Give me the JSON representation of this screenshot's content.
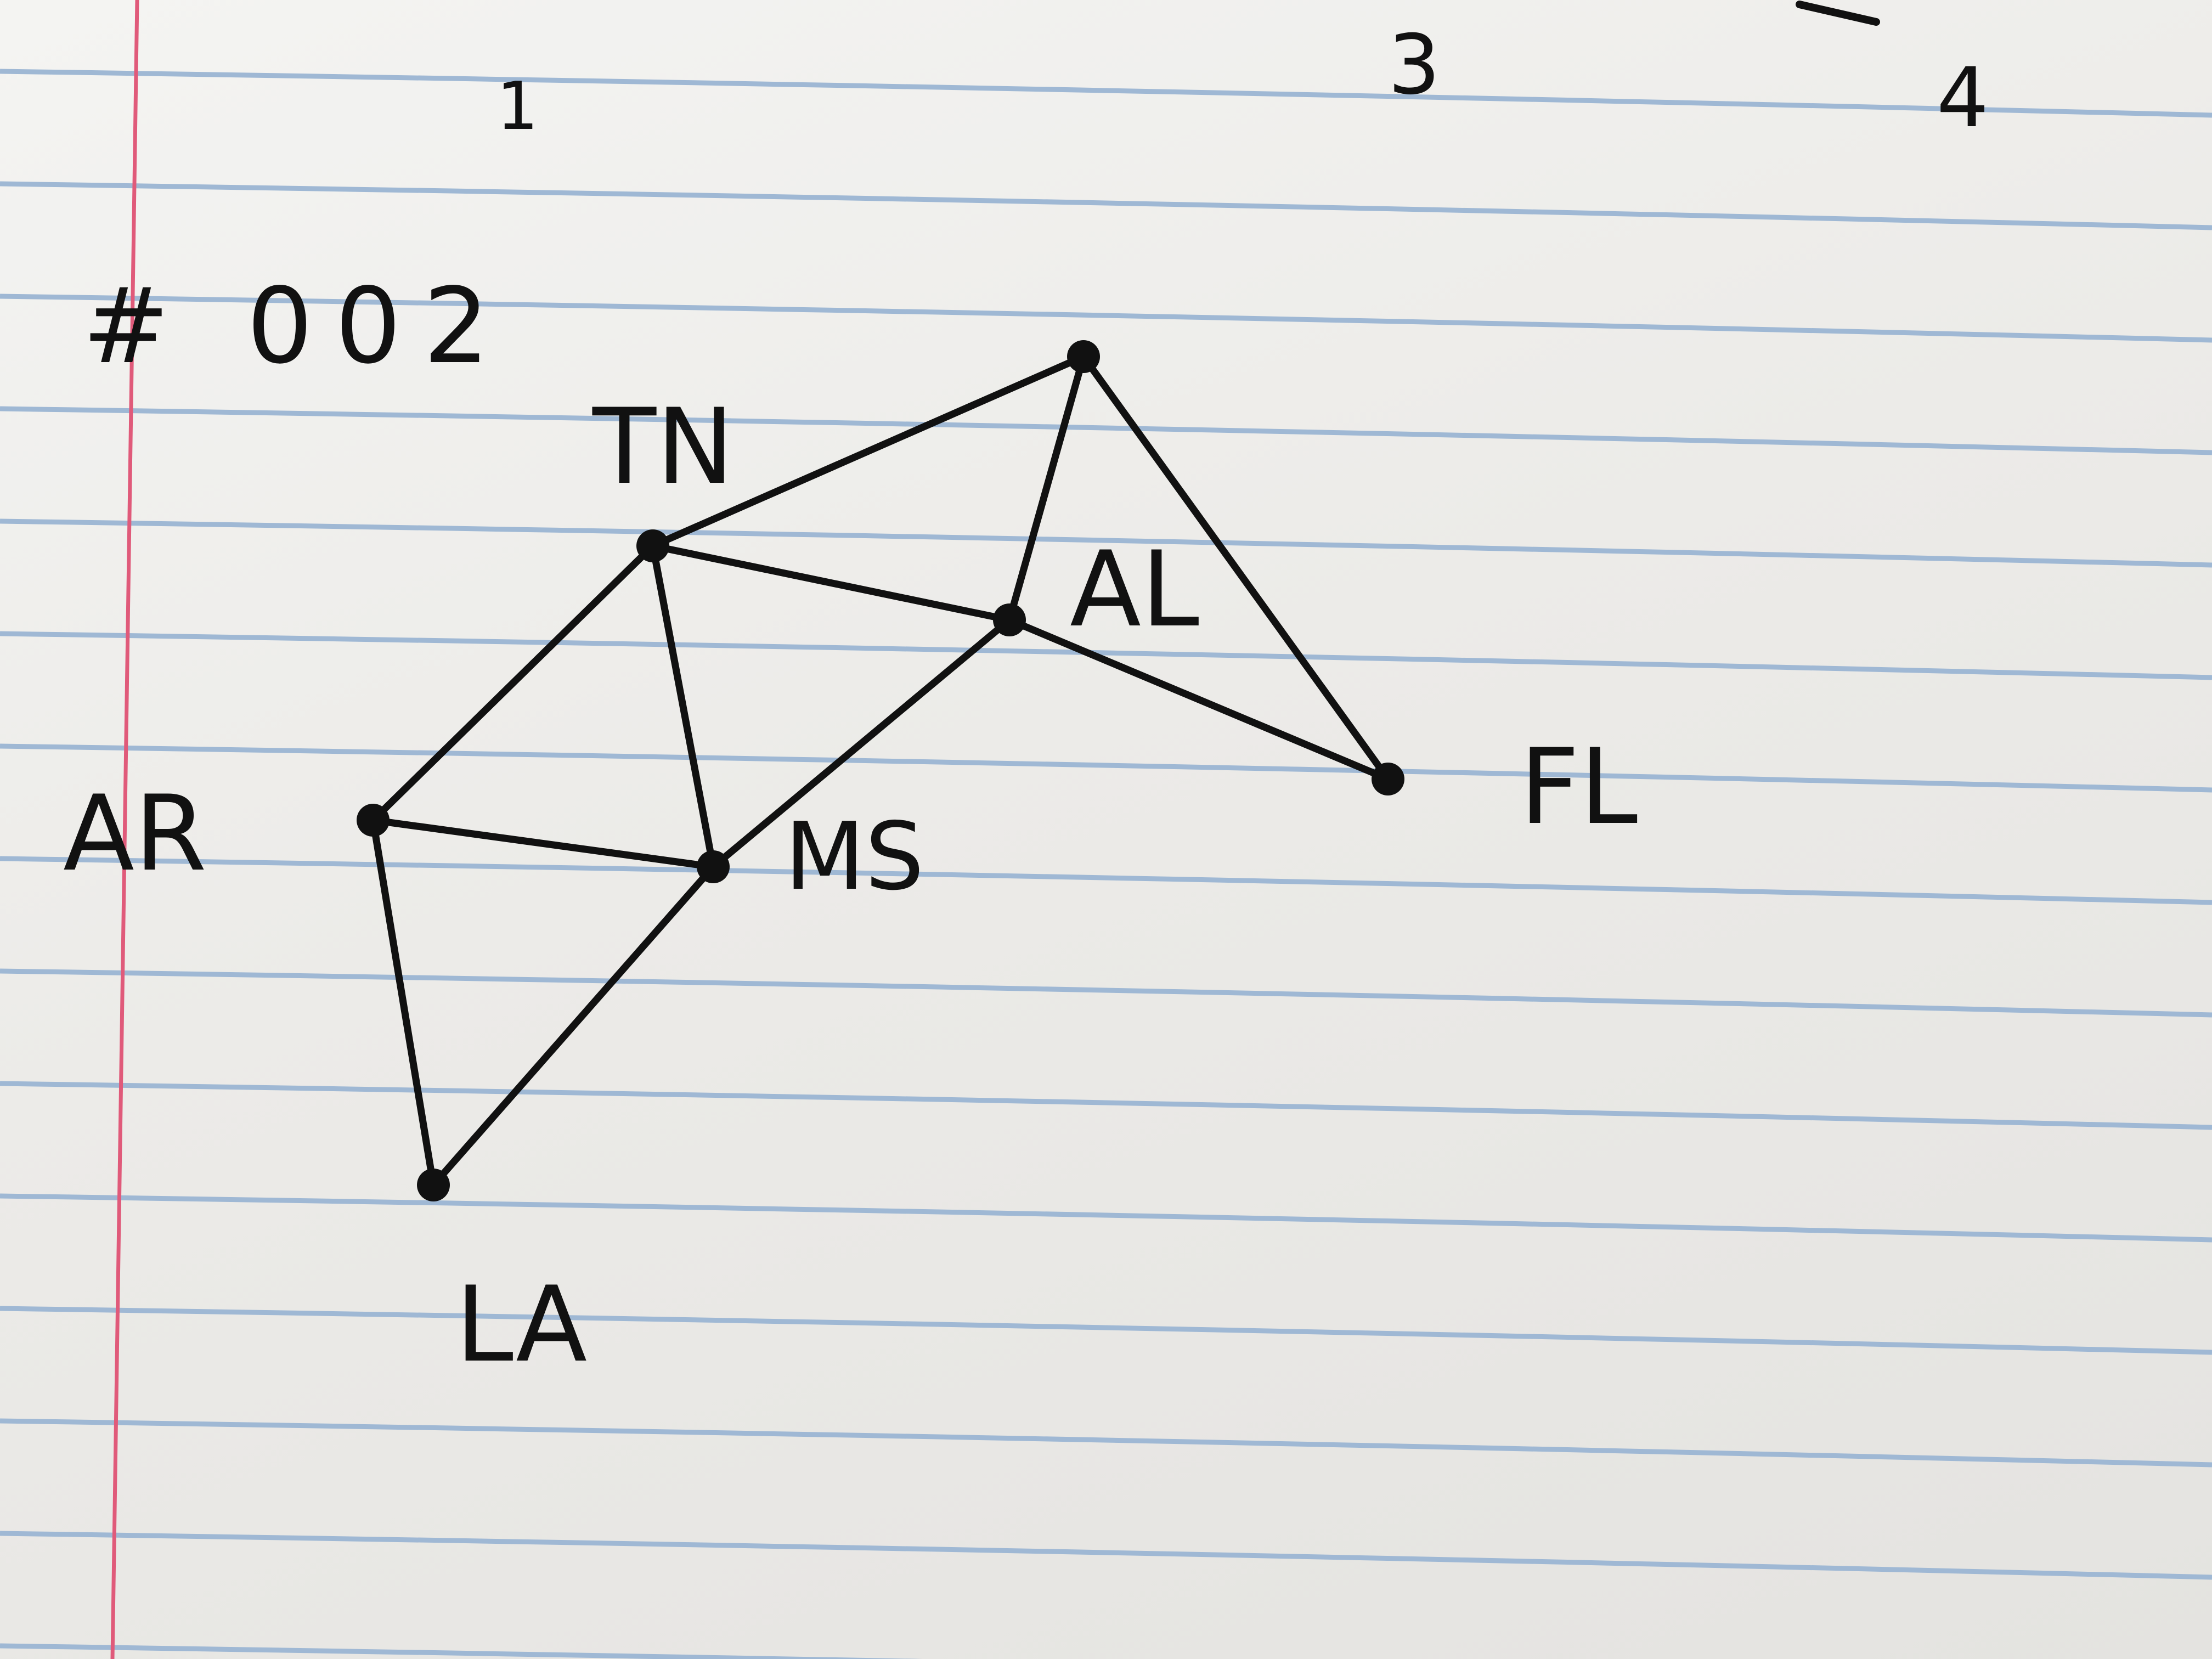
{
  "page": {
    "top_marks": [
      "1",
      "3",
      "4"
    ],
    "diagram_title": "# 002"
  },
  "colors": {
    "paper": "#efefed",
    "rule_line": "#9fb8d4",
    "margin_line": "#e05a7a",
    "ink": "#111111"
  },
  "nodes": [
    {
      "id": "TN",
      "label": "TN"
    },
    {
      "id": "TOP",
      "label": ""
    },
    {
      "id": "AL",
      "label": "AL"
    },
    {
      "id": "FL",
      "label": "FL"
    },
    {
      "id": "AR",
      "label": "AR"
    },
    {
      "id": "MS",
      "label": "MS"
    },
    {
      "id": "LA",
      "label": "LA"
    }
  ],
  "edges": [
    [
      "TN",
      "TOP"
    ],
    [
      "TN",
      "AL"
    ],
    [
      "TN",
      "AR"
    ],
    [
      "TN",
      "MS"
    ],
    [
      "TOP",
      "AL"
    ],
    [
      "TOP",
      "FL"
    ],
    [
      "AL",
      "FL"
    ],
    [
      "AL",
      "MS"
    ],
    [
      "AR",
      "MS"
    ],
    [
      "AR",
      "LA"
    ],
    [
      "MS",
      "LA"
    ]
  ]
}
